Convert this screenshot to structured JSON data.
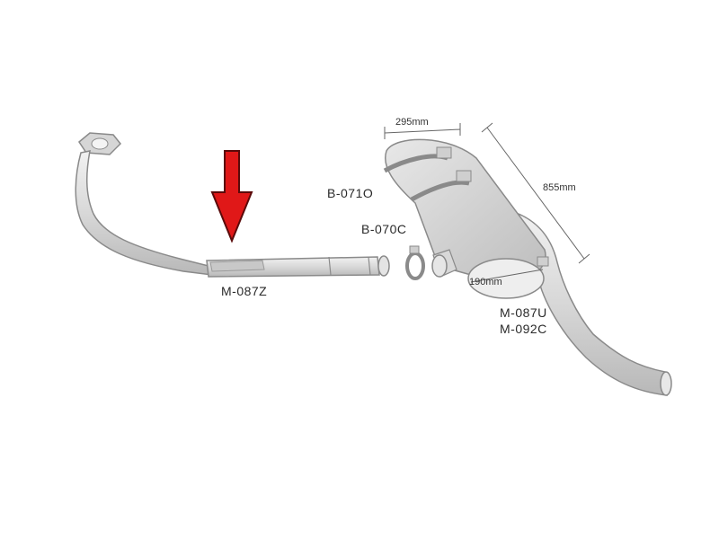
{
  "colors": {
    "pipe_fill": "#dcdcdc",
    "pipe_stroke": "#8a8a8a",
    "arrow": "#e01818",
    "background": "#ffffff"
  },
  "parts": {
    "front_pipe": "M-087Z",
    "muffler_top": "B-071O",
    "clamp": "B-070C",
    "rear_section_1": "M-087U",
    "rear_section_2": "M-092C"
  },
  "dimensions": {
    "width": "295mm",
    "length": "855mm",
    "diameter": "190mm"
  },
  "indicator": {
    "icon": "down-arrow-icon"
  }
}
